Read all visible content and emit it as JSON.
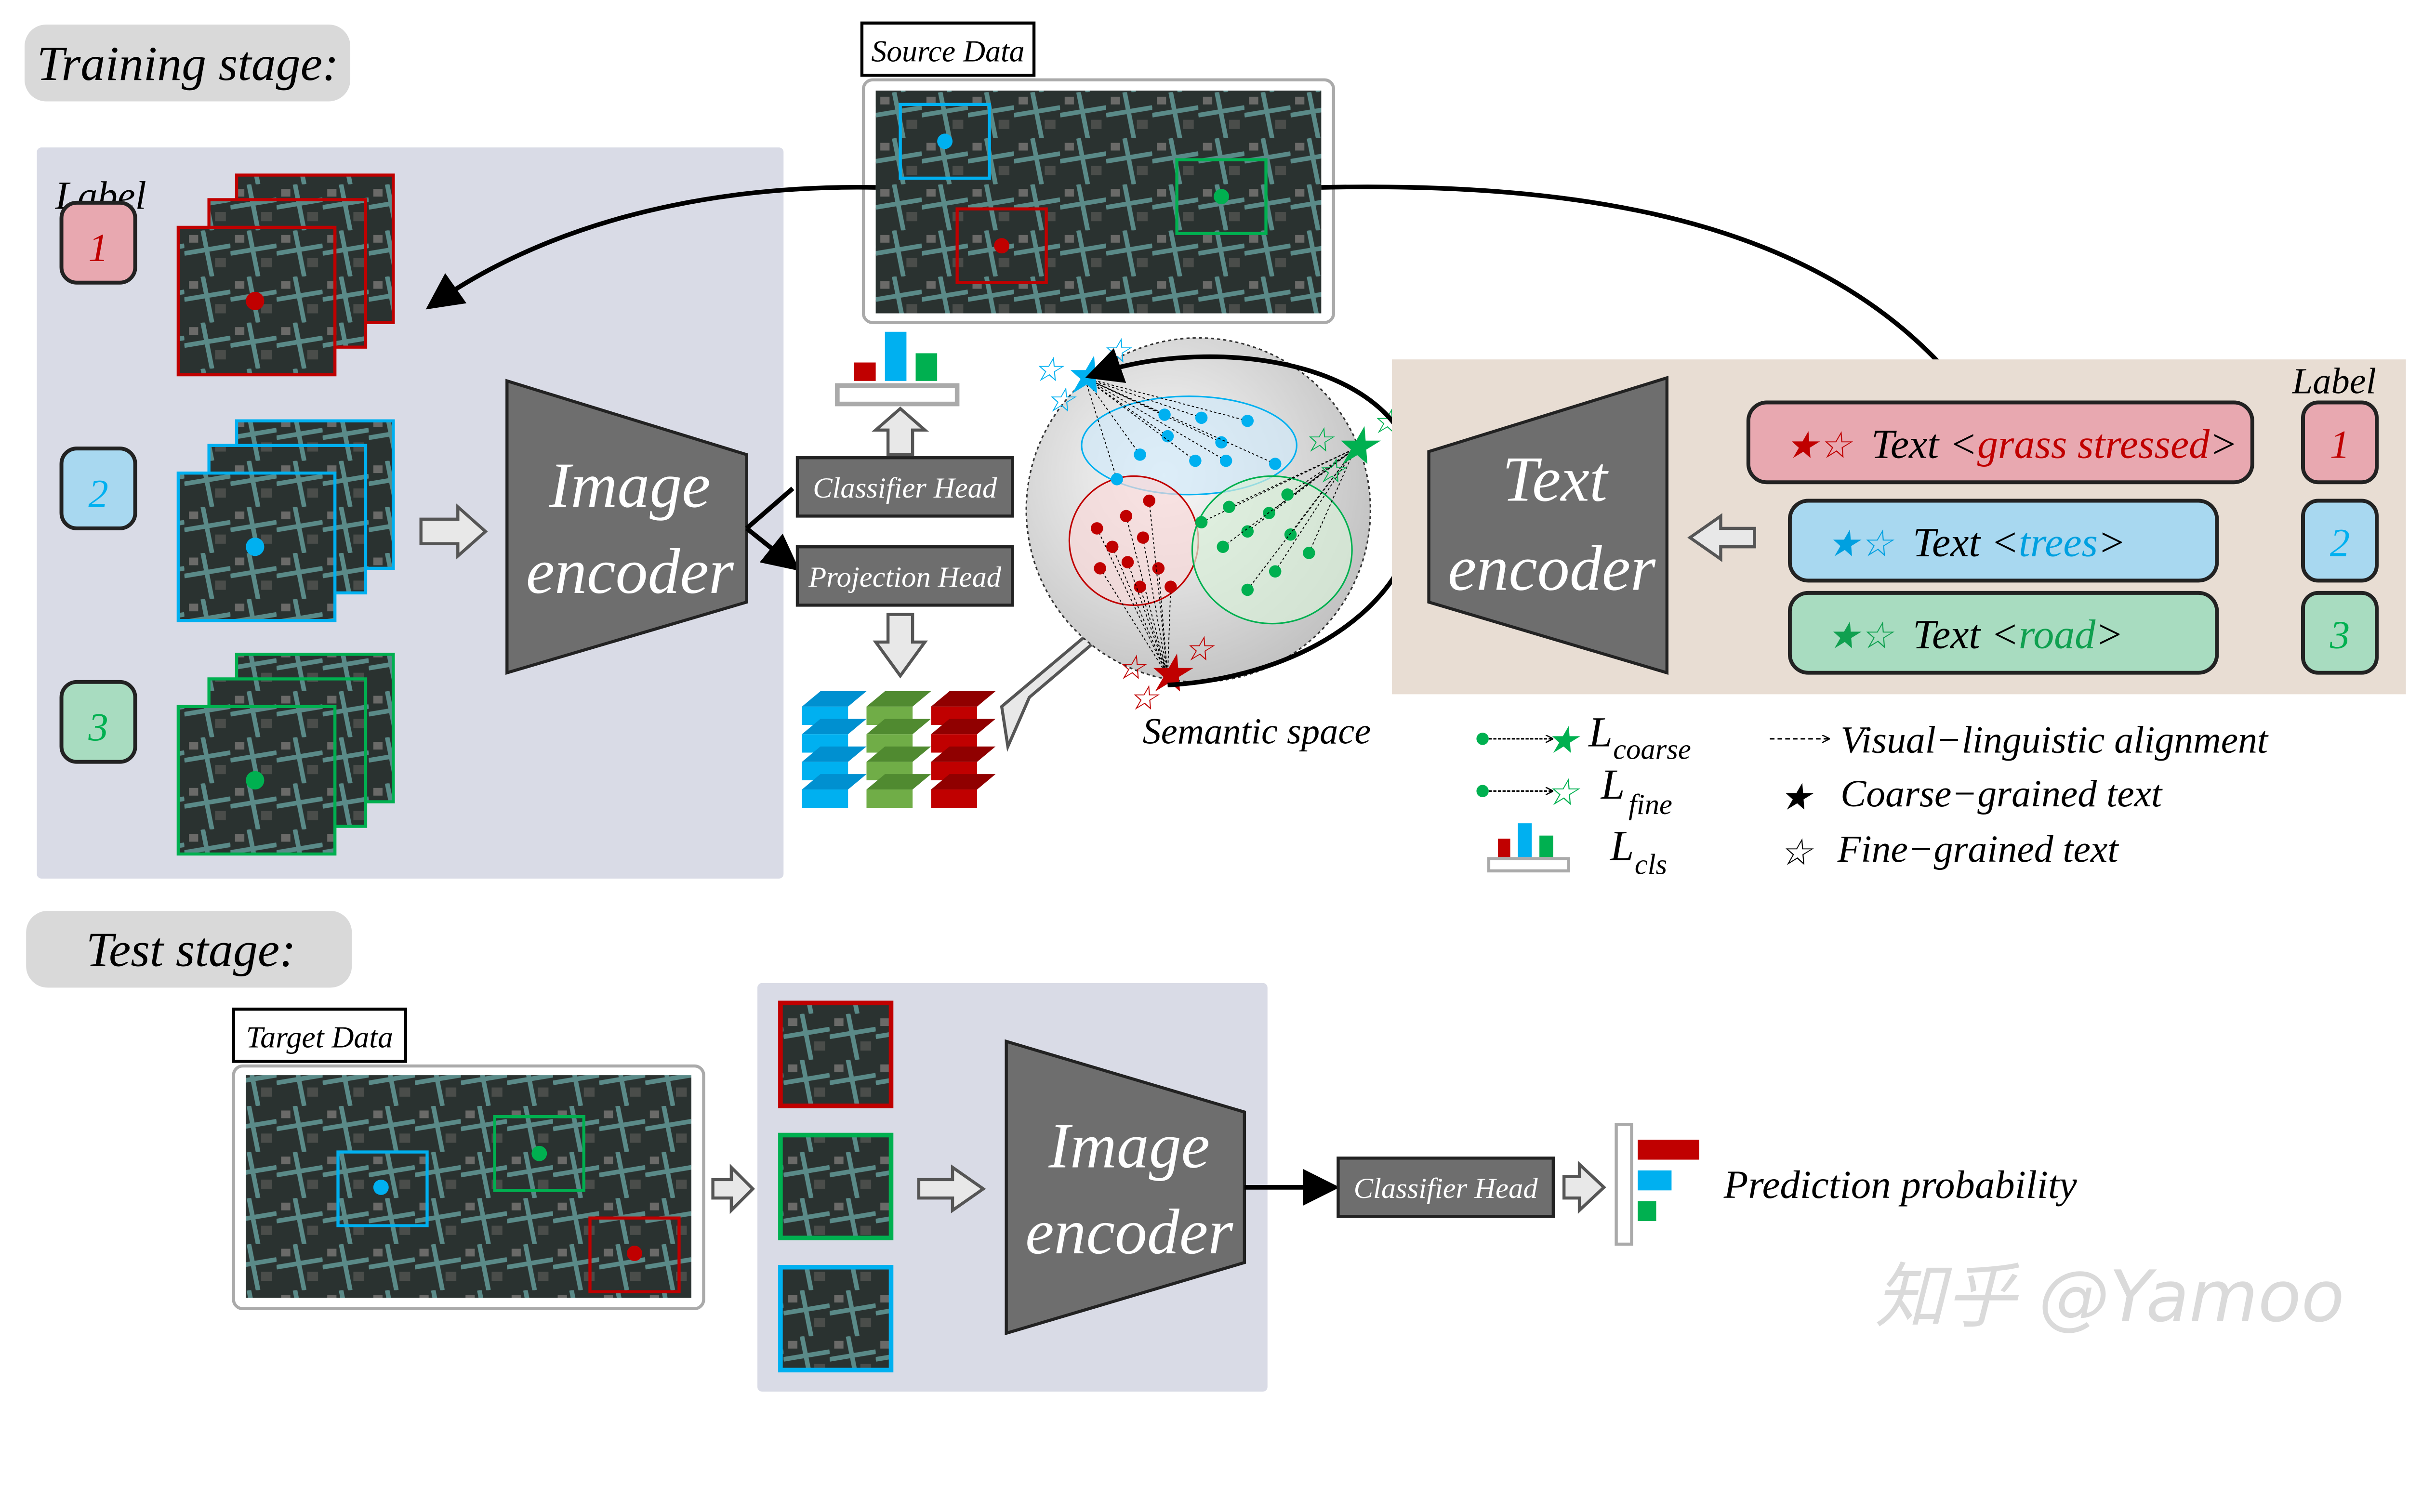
{
  "training": {
    "stage_label": "Training stage:",
    "label_title": "Label",
    "labels": [
      "1",
      "2",
      "3"
    ],
    "source_data": "Source Data",
    "image_encoder": [
      "Image",
      "encoder"
    ],
    "classifier_head": "Classifier Head",
    "projection_head": "Projection Head",
    "semantic_space": "Semantic space",
    "text_encoder": [
      "Text",
      "encoder"
    ],
    "text_label_title": "Label",
    "texts": [
      {
        "prefix": "Text <",
        "name": "grass stressed",
        "suffix": ">",
        "label": "1",
        "color": "#c00000"
      },
      {
        "prefix": "Text <",
        "name": "trees",
        "suffix": ">",
        "label": "2",
        "color": "#00a0e0"
      },
      {
        "prefix": "Text <",
        "name": "road",
        "suffix": ">",
        "label": "3",
        "color": "#10a050"
      }
    ]
  },
  "legend": {
    "coarse": {
      "L": "L",
      "sub": "coarse"
    },
    "fine": {
      "L": "L",
      "sub": "fine"
    },
    "cls": {
      "L": "L",
      "sub": "cls"
    },
    "alignment": "Visual−linguistic alignment",
    "coarse_text": "Coarse−grained text",
    "fine_text": "Fine−grained text"
  },
  "test": {
    "stage_label": "Test stage:",
    "target_data": "Target Data",
    "image_encoder": [
      "Image",
      "encoder"
    ],
    "classifier_head": "Classifier Head",
    "prediction": "Prediction probability"
  },
  "watermark": "知乎 @Yamoo",
  "colors": {
    "red": "#c00000",
    "blue": "#00b0f0",
    "green": "#00b050",
    "panel": "#d9dbe6",
    "text_panel": "#e8ddd3",
    "encoder": "#6e6e6e"
  }
}
